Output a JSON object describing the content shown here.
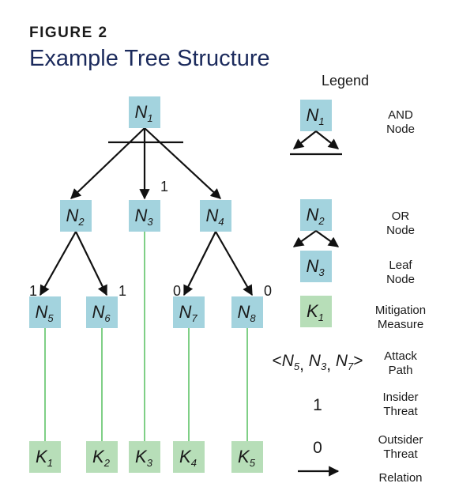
{
  "figure": {
    "label": "FIGURE 2",
    "title": "Example Tree Structure"
  },
  "colors": {
    "node_fill": "#a3d3de",
    "mitigation_fill": "#b7deb8",
    "mitigation_line": "#7fcf86",
    "edge": "#111111",
    "title_color": "#1b2a5c"
  },
  "tree": {
    "nodes": [
      {
        "id": "N1",
        "base": "N",
        "sub": "1",
        "type": "and"
      },
      {
        "id": "N2",
        "base": "N",
        "sub": "2",
        "type": "or"
      },
      {
        "id": "N3",
        "base": "N",
        "sub": "3",
        "type": "leaf",
        "threat": "1"
      },
      {
        "id": "N4",
        "base": "N",
        "sub": "4",
        "type": "or"
      },
      {
        "id": "N5",
        "base": "N",
        "sub": "5",
        "type": "leaf",
        "threat": "1"
      },
      {
        "id": "N6",
        "base": "N",
        "sub": "6",
        "type": "leaf",
        "threat": "1"
      },
      {
        "id": "N7",
        "base": "N",
        "sub": "7",
        "type": "leaf",
        "threat": "0"
      },
      {
        "id": "N8",
        "base": "N",
        "sub": "8",
        "type": "leaf",
        "threat": "0"
      }
    ],
    "mitigations": [
      {
        "id": "K1",
        "base": "K",
        "sub": "1",
        "for": "N5"
      },
      {
        "id": "K2",
        "base": "K",
        "sub": "2",
        "for": "N6"
      },
      {
        "id": "K3",
        "base": "K",
        "sub": "3",
        "for": "N3"
      },
      {
        "id": "K4",
        "base": "K",
        "sub": "4",
        "for": "N7"
      },
      {
        "id": "K5",
        "base": "K",
        "sub": "5",
        "for": "N8"
      }
    ],
    "edges": [
      {
        "from": "N1",
        "to": "N2"
      },
      {
        "from": "N1",
        "to": "N3"
      },
      {
        "from": "N1",
        "to": "N4"
      },
      {
        "from": "N2",
        "to": "N5"
      },
      {
        "from": "N2",
        "to": "N6"
      },
      {
        "from": "N4",
        "to": "N7"
      },
      {
        "from": "N4",
        "to": "N8"
      }
    ]
  },
  "legend": {
    "title": "Legend",
    "items": [
      {
        "symbol_base": "N",
        "symbol_sub": "1",
        "label_lines": [
          "AND",
          "Node"
        ]
      },
      {
        "symbol_base": "N",
        "symbol_sub": "2",
        "label_lines": [
          "OR",
          "Node"
        ]
      },
      {
        "symbol_base": "N",
        "symbol_sub": "3",
        "label_lines": [
          "Leaf",
          "Node"
        ]
      },
      {
        "symbol_base": "K",
        "symbol_sub": "1",
        "label_lines": [
          "Mitigation",
          "Measure"
        ]
      },
      {
        "symbol_path": [
          "N5",
          "N3",
          "N7"
        ],
        "label_lines": [
          "Attack",
          "Path"
        ]
      },
      {
        "symbol_text": "1",
        "label_lines": [
          "Insider",
          "Threat"
        ]
      },
      {
        "symbol_text": "0",
        "label_lines": [
          "Outsider",
          "Threat"
        ]
      },
      {
        "symbol_arrow": true,
        "label_lines": [
          "Relation"
        ]
      }
    ]
  }
}
